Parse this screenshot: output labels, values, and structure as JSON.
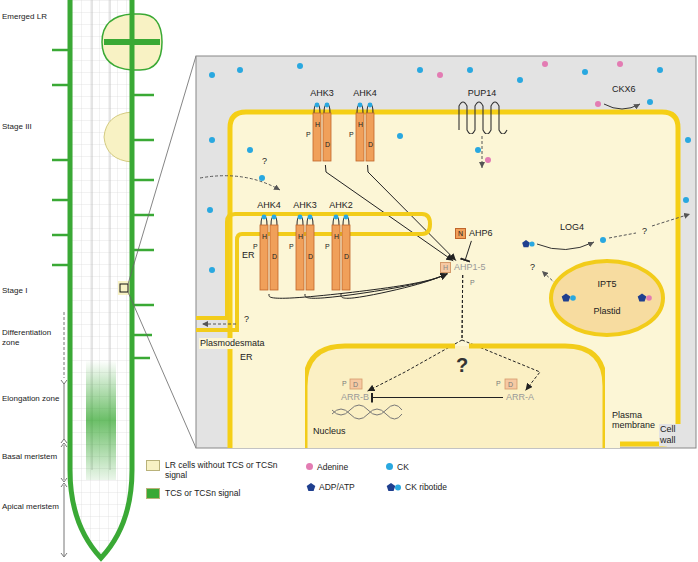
{
  "diagram": {
    "nodes": [
      {
        "text": [
          "AHK3"
        ]
      },
      {
        "text": [
          "AHK4"
        ]
      },
      {
        "text": [
          "PUP14"
        ]
      },
      {
        "text": [
          "ER"
        ]
      },
      {
        "text": [
          "AHK4"
        ],
        "in": 3
      },
      {
        "text": [
          "AHK3"
        ],
        "in": 3
      },
      {
        "text": [
          "AHK2"
        ],
        "in": 3
      },
      {
        "text": [
          "N",
          "AHP6"
        ]
      },
      {
        "text": [
          "H",
          "AHP1-5"
        ]
      },
      {
        "text": [
          "IPT5",
          "Plastid"
        ]
      },
      {
        "text": [
          "Nucleus"
        ]
      },
      {
        "text": [
          "ARR-B"
        ],
        "in": 10
      },
      {
        "text": [
          "ARR-A"
        ],
        "in": 10
      }
    ],
    "edges": [
      {
        "from": 0,
        "to": 8,
        "arrow": "to"
      },
      {
        "from": 1,
        "to": 8,
        "arrow": "to"
      },
      {
        "from": 4,
        "to": 8,
        "arrow": "to"
      },
      {
        "from": 5,
        "to": 8,
        "arrow": "to"
      },
      {
        "from": 6,
        "to": 8,
        "arrow": "to"
      },
      {
        "from": 7,
        "to": 8,
        "arrow": "to"
      },
      {
        "from": 8,
        "to": 11,
        "arrow": "to"
      },
      {
        "from": 8,
        "to": 12,
        "arrow": "to"
      },
      {
        "from": 12,
        "to": 11,
        "arrow": "to"
      }
    ],
    "labels": [
      "Emerged LR",
      "Stage III",
      "Stage I",
      "Differentiation zone",
      "Elongation zone",
      "Basal meristem",
      "Apical meristem",
      "CKX6",
      "?",
      "LOG4",
      "?",
      "?",
      "Plasmodesmata",
      "?",
      "ER",
      "?",
      "Plasma membrane",
      "Cell wall",
      "H",
      "D",
      "P",
      "H",
      "D",
      "P",
      "H",
      "D",
      "P",
      "H",
      "D",
      "P",
      "H",
      "D",
      "P",
      "P",
      "D",
      "P",
      "D",
      "P"
    ],
    "legend": [
      {
        "text": "LR cells without TCS or TCSn signal",
        "color": "#f8f2c4"
      },
      {
        "text": "TCS or TCSn signal",
        "color": "#3aa935"
      },
      {
        "text": "Adenine",
        "color": "#e37cb3"
      },
      {
        "text": "CK",
        "color": "#29a8e0"
      },
      {
        "text": "ADP/ATP"
      },
      {
        "text": "CK ribotide"
      }
    ]
  }
}
